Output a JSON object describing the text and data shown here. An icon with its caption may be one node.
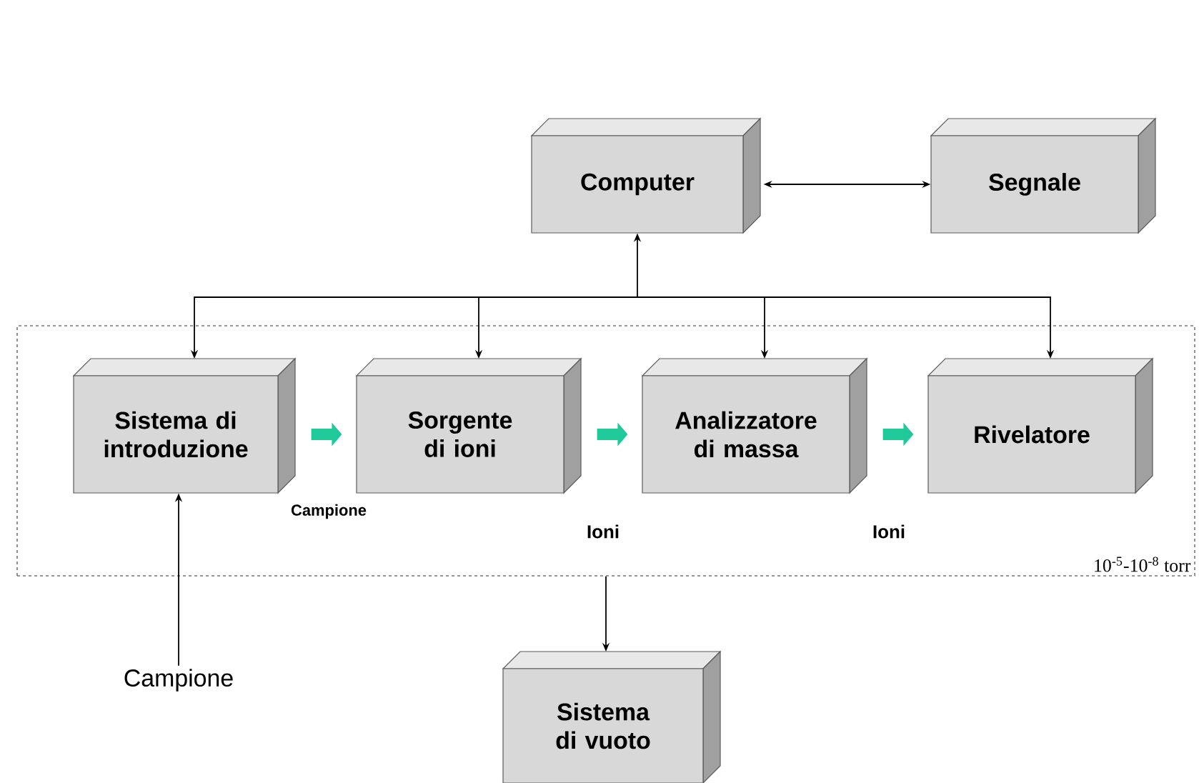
{
  "diagram": {
    "nodes": [
      {
        "text": [
          "Computer"
        ]
      },
      {
        "text": [
          "Segnale"
        ]
      },
      {
        "text": [
          "10$^{-5}$-10$^{-8}$ torr"
        ]
      },
      {
        "text": [
          "Sistema di introduzione"
        ],
        "in": 2
      },
      {
        "text": [
          "Sorgente di ioni"
        ],
        "in": 2
      },
      {
        "text": [
          "Analizzatore di massa"
        ],
        "in": 2
      },
      {
        "text": [
          "Rivelatore"
        ],
        "in": 2
      },
      {
        "text": [
          "Campione"
        ]
      },
      {
        "text": [
          "Sistema di vuoto"
        ]
      }
    ],
    "edges": [
      {
        "from": 0,
        "to": 1,
        "arrow": "both"
      },
      {
        "from": 0,
        "to": 3,
        "arrow": "both"
      },
      {
        "from": 0,
        "to": 4,
        "arrow": "both"
      },
      {
        "from": 0,
        "to": 5,
        "arrow": "both"
      },
      {
        "from": 0,
        "to": 6,
        "arrow": "both"
      },
      {
        "from": 3,
        "to": 4,
        "arrow": "to",
        "label": "Campione",
        "style": "thick",
        "color": "#1fc99a"
      },
      {
        "from": 4,
        "to": 5,
        "arrow": "to",
        "label": "Ioni",
        "style": "thick",
        "color": "#1fc99a"
      },
      {
        "from": 5,
        "to": 6,
        "arrow": "to",
        "label": "Ioni",
        "style": "thick",
        "color": "#1fc99a"
      },
      {
        "from": 7,
        "to": 3,
        "arrow": "to"
      },
      {
        "from": 2,
        "to": 8,
        "arrow": "to"
      }
    ]
  }
}
